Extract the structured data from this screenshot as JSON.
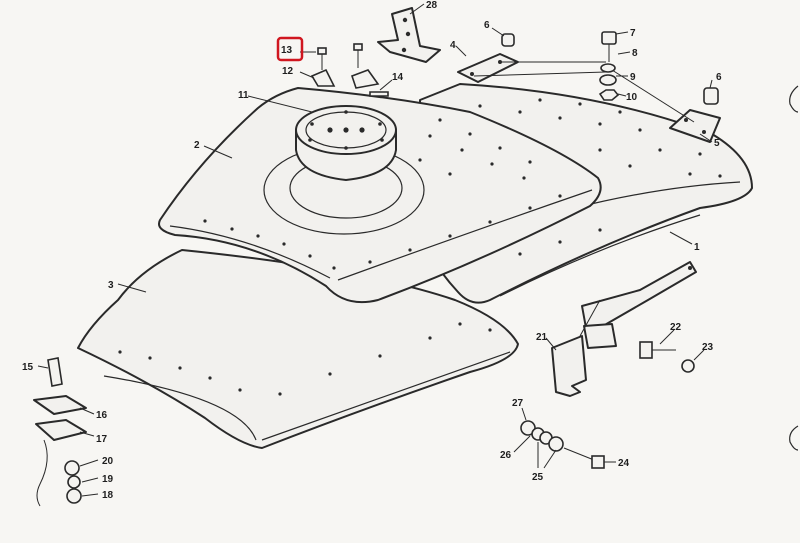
{
  "diagram": {
    "highlight_color": "#d0161f",
    "callouts": [
      {
        "id": "c28",
        "text": "28"
      },
      {
        "id": "c6a",
        "text": "6"
      },
      {
        "id": "c7",
        "text": "7"
      },
      {
        "id": "c13",
        "text": "13",
        "highlighted": true
      },
      {
        "id": "c4",
        "text": "4"
      },
      {
        "id": "c8",
        "text": "8"
      },
      {
        "id": "c12",
        "text": "12"
      },
      {
        "id": "c14",
        "text": "14"
      },
      {
        "id": "c6b",
        "text": "6"
      },
      {
        "id": "c9",
        "text": "9"
      },
      {
        "id": "c10",
        "text": "10"
      },
      {
        "id": "c11",
        "text": "11"
      },
      {
        "id": "c2",
        "text": "2"
      },
      {
        "id": "c5",
        "text": "5"
      },
      {
        "id": "c1",
        "text": "1"
      },
      {
        "id": "c3",
        "text": "3"
      },
      {
        "id": "c21",
        "text": "21"
      },
      {
        "id": "c22",
        "text": "22"
      },
      {
        "id": "c23",
        "text": "23"
      },
      {
        "id": "c15",
        "text": "15"
      },
      {
        "id": "c16",
        "text": "16"
      },
      {
        "id": "c17",
        "text": "17"
      },
      {
        "id": "c27",
        "text": "27"
      },
      {
        "id": "c26",
        "text": "26"
      },
      {
        "id": "c20",
        "text": "20"
      },
      {
        "id": "c24",
        "text": "24"
      },
      {
        "id": "c25",
        "text": "25"
      },
      {
        "id": "c19",
        "text": "19"
      },
      {
        "id": "c18",
        "text": "18"
      }
    ]
  }
}
